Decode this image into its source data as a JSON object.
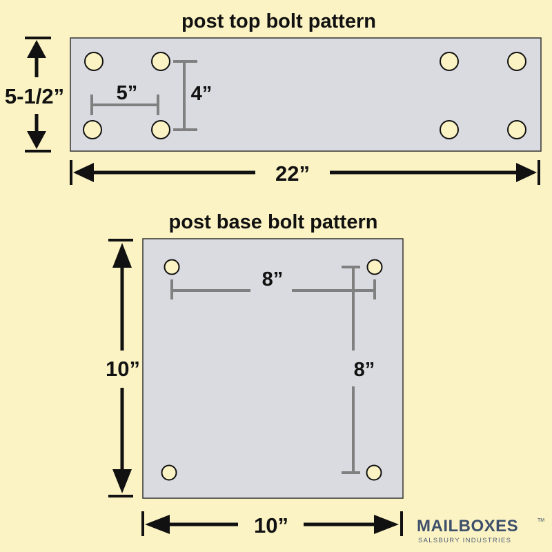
{
  "top_section": {
    "title": "post top bolt pattern",
    "height_label": "5-1/2”",
    "width_label": "22”",
    "hole_spacing_h_label": "5”",
    "hole_spacing_v_label": "4”"
  },
  "base_section": {
    "title": "post base bolt pattern",
    "height_label": "10”",
    "width_label": "10”",
    "hole_spacing_h_label": "8”",
    "hole_spacing_v_label": "8”"
  },
  "logo": {
    "name": "MAILBOXES",
    "trademark": "TM",
    "subtitle": "SALSBURY INDUSTRIES"
  },
  "colors": {
    "background": "#fbf3c4",
    "plate": "#dadbe0",
    "dimension_gray": "#808080",
    "brand": "#3d4f6a"
  }
}
